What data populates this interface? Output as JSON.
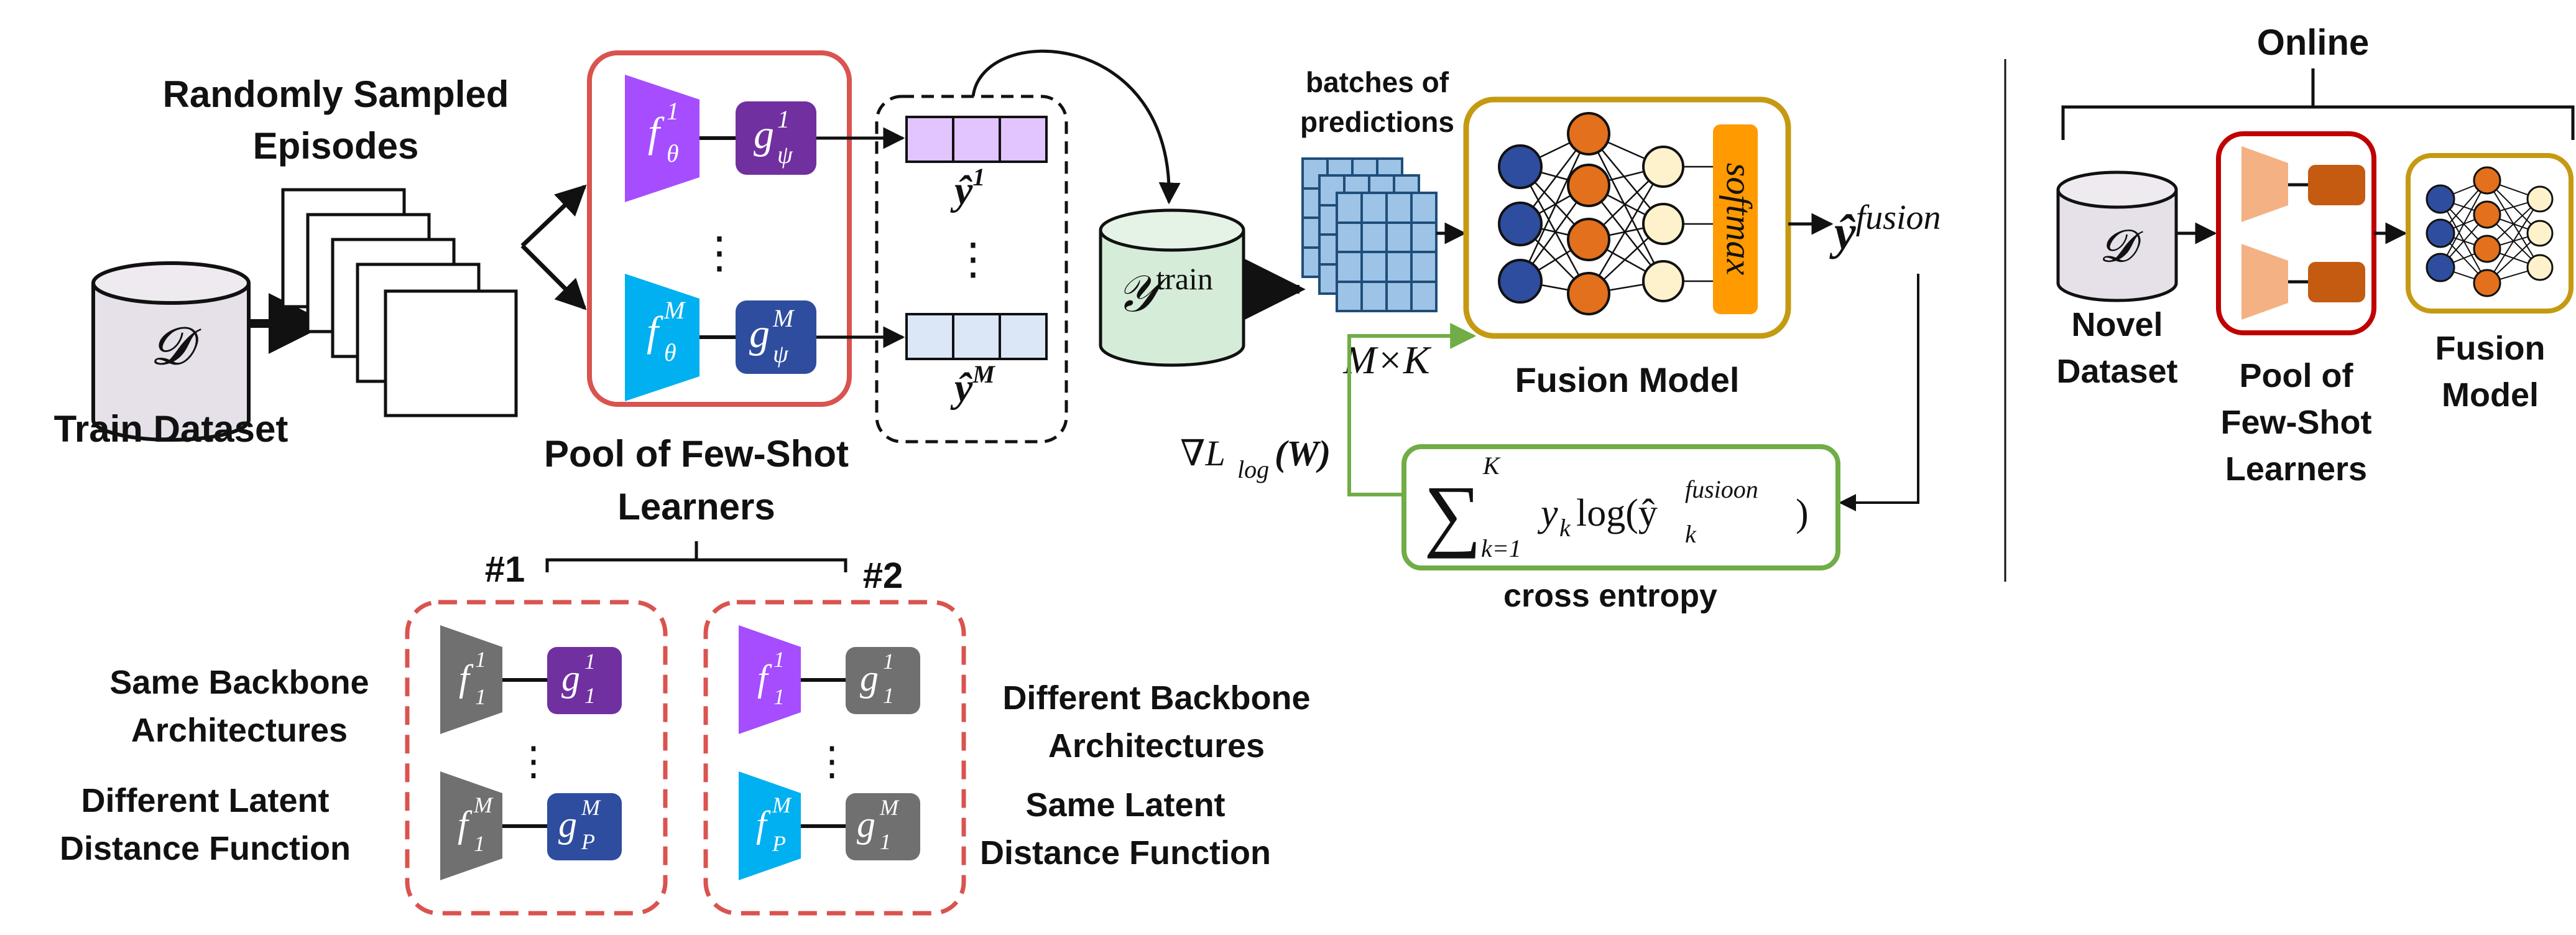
{
  "labels": {
    "randomly_sampled": "Randomly Sampled",
    "episodes": "Episodes",
    "train_dataset": "Train Dataset",
    "dataset_symbol": "𝓓",
    "pool_line1": "Pool of Few-Shot",
    "pool_line2": "Learners",
    "batches_line1": "batches of",
    "batches_line2": "predictions",
    "ytrain_main": "𝒴",
    "ytrain_sup": "train",
    "mxk": "M×K",
    "fusion_model": "Fusion Model",
    "softmax": "softmax",
    "y_fusion_main": "ŷ",
    "y_fusion_sup": "fusion",
    "y1_main": "ŷ",
    "y1_sup": "1",
    "ym_main": "ŷ",
    "ym_sup": "M",
    "grad_main": "∇L",
    "grad_sub": "log",
    "grad_arg": "(W)",
    "ce_sum": "∑",
    "ce_sum_top": "K",
    "ce_sum_bottom": "k=1",
    "ce_term_y": "y",
    "ce_term_k": "k",
    "ce_log": "log(ŷ",
    "ce_sub": "k",
    "ce_sup": "fusioon",
    "ce_close": ")",
    "cross_entropy": "cross entropy",
    "hash1": "#1",
    "hash2": "#2",
    "same_backbone_1": "Same Backbone",
    "same_backbone_2": "Architectures",
    "diff_latent_1": "Different Latent",
    "diff_latent_2": "Distance Function",
    "diff_backbone_1": "Different Backbone",
    "diff_backbone_2": "Architectures",
    "same_latent_1": "Same Latent",
    "same_latent_2": "Distance Function",
    "online": "Online",
    "novel_1": "Novel",
    "novel_2": "Dataset",
    "pool_r1": "Pool of",
    "pool_r2": "Few-Shot",
    "pool_r3": "Learners",
    "fusion_r1": "Fusion",
    "fusion_r2": "Model",
    "dots": "⋮"
  },
  "learners": {
    "f_main": "f",
    "f_sub_theta": "θ",
    "g_main": "g",
    "g_sub_psi": "ψ",
    "sup_1": "1",
    "sup_M": "M",
    "sub_1": "1",
    "sub_P": "P"
  },
  "colors": {
    "pool_border": "#d9534f",
    "purple_f": "#a64dff",
    "purple_g": "#7030a0",
    "blue_f": "#00b0f0",
    "blue_g": "#2e4d9e",
    "gray": "#707070",
    "vec1_fill": "#e2c4ff",
    "vecm_fill": "#dbe6f7",
    "ytrain_fill": "#d5ecd9",
    "batch_fill": "#9dc3e6",
    "fusion_border": "#c59a12",
    "softmax_fill": "#ff9a00",
    "node_blue": "#2e4d9e",
    "node_orange": "#e2701c",
    "node_cream": "#fdf2cc",
    "ce_border": "#70ad47",
    "online_salmon": "#f4b183",
    "online_brown": "#c55a11",
    "online_pool_border": "#c00000"
  }
}
